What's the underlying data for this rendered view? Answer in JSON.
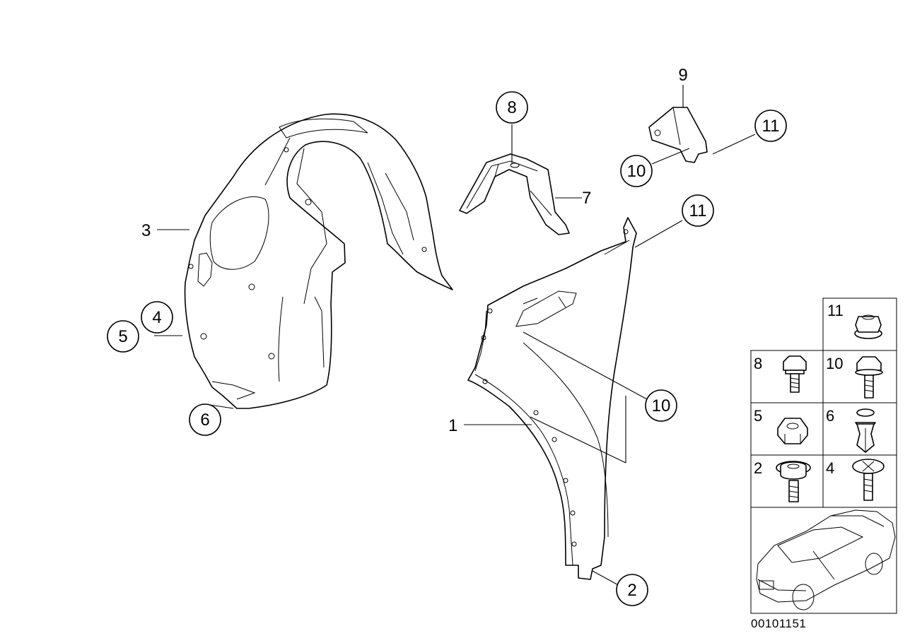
{
  "callouts": {
    "c1": "1",
    "c2": "2",
    "c3": "3",
    "c4": "4",
    "c5": "5",
    "c6": "6",
    "c7": "7",
    "c8": "8",
    "c9": "9",
    "c10a": "10",
    "c10b": "10",
    "c11a": "11",
    "c11b": "11"
  },
  "parts_table": {
    "cells": [
      "11",
      "8",
      "10",
      "5",
      "6",
      "2",
      "4"
    ]
  },
  "reference_number": "00101151",
  "icons": [
    "wheel-arch-liner",
    "fender",
    "bracket",
    "holder",
    "collar-nut",
    "hex-bolt",
    "hex-nut",
    "expanding-rivet",
    "flange-screw",
    "cross-head-screw",
    "car-silhouette"
  ]
}
